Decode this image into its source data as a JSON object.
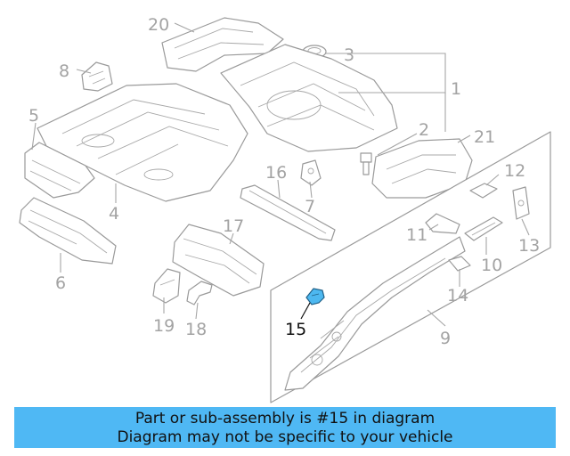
{
  "callouts": {
    "c1": "1",
    "c2": "2",
    "c3": "3",
    "c4": "4",
    "c5": "5",
    "c6": "6",
    "c7": "7",
    "c8": "8",
    "c9": "9",
    "c10": "10",
    "c11": "11",
    "c12": "12",
    "c13": "13",
    "c14": "14",
    "c15": "15",
    "c16": "16",
    "c17": "17",
    "c18": "18",
    "c19": "19",
    "c20": "20",
    "c21": "21"
  },
  "highlighted_part": "15",
  "highlight_color": "#4fb8f4",
  "banner": {
    "line1": "Part or sub-assembly is #15 in diagram",
    "line2": "Diagram may not be specific to your vehicle"
  }
}
